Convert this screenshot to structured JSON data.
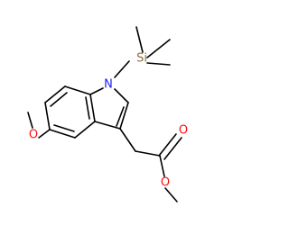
{
  "molecule": {
    "atoms": {
      "n": {
        "label": "N",
        "color": "#1e1ef0"
      },
      "si": {
        "label": "Si",
        "color": "#8c7040"
      },
      "o_methoxy": {
        "label": "O",
        "color": "#ff0d0d"
      },
      "o_carbonyl": {
        "label": "O",
        "color": "#ff0d0d"
      },
      "o_ester": {
        "label": "O",
        "color": "#ff0d0d"
      }
    },
    "bond_color": "#000000"
  }
}
